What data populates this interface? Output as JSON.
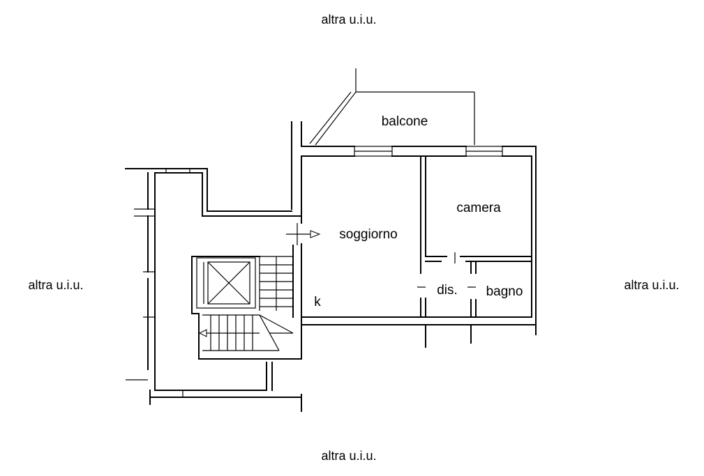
{
  "labels": {
    "top_neighbor": "altra u.i.u.",
    "left_neighbor": "altra u.i.u.",
    "right_neighbor": "altra u.i.u.",
    "bottom_neighbor": "altra u.i.u.",
    "balcony": "balcone",
    "bedroom": "camera",
    "living_room": "soggiorno",
    "kitchen": "k",
    "hallway": "dis.",
    "bathroom": "bagno"
  }
}
